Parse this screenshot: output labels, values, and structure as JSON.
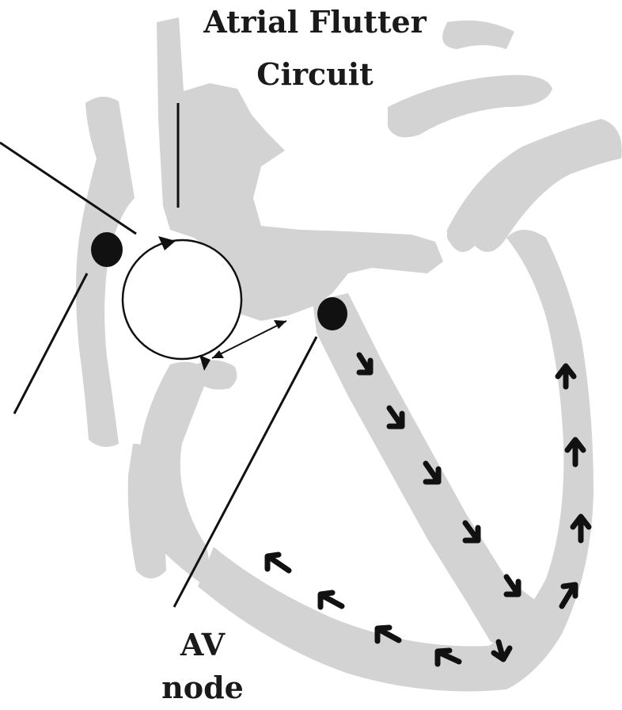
{
  "diagram": {
    "title_line1": "Atrial Flutter",
    "title_line2": "Circuit",
    "av_label_line1": "AV",
    "av_label_line2": "node",
    "colors": {
      "tissue": "#d3d3d3",
      "ink": "#111111",
      "background": "#ffffff"
    }
  }
}
